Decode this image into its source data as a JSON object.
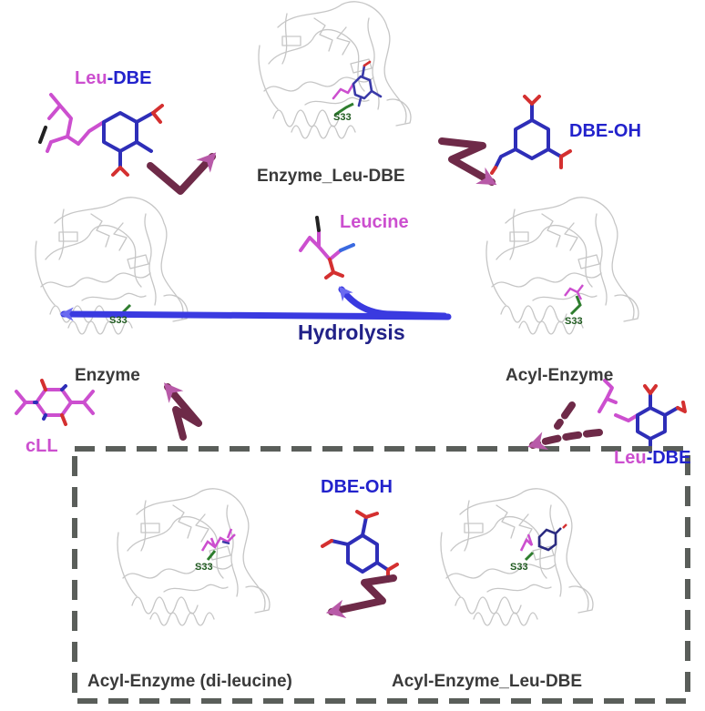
{
  "labels": {
    "enzyme": "Enzyme",
    "enzyme_leu_dbe": "Enzyme_Leu-DBE",
    "acyl_enzyme": "Acyl-Enzyme",
    "acyl_enzyme_dileucine": "Acyl-Enzyme (di-leucine)",
    "acyl_enzyme_leu_dbe": "Acyl-Enzyme_Leu-DBE",
    "hydrolysis": "Hydrolysis",
    "leucine": "Leucine",
    "cll": "cLL",
    "dbe_oh": "DBE-OH",
    "leu": "Leu",
    "dbe": "-DBE",
    "residue": "S33"
  },
  "colors": {
    "leucine_pink": "#cc4fcf",
    "dbe_blue": "#2222cc",
    "arrow_maroon": "#6e2a48",
    "arrow_blue": "#3a3ae0",
    "serine_green": "#2e7d2e",
    "protein_outline": "#c8c8c8",
    "box_border": "#5a5e5a"
  }
}
